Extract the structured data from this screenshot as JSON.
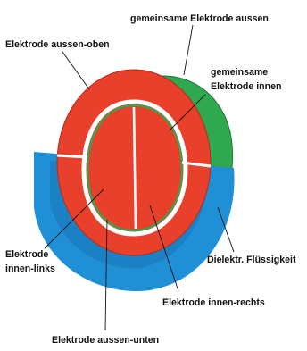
{
  "labels": {
    "outer_common": "gemeinsame Elektrode aussen",
    "outer_top": "Elektrode aussen-oben",
    "inner_common_line1": "gemeinsame",
    "inner_common_line2": "Elektrode innen",
    "dielectric": "Dielektr. Flüssigkeit",
    "inner_left_line1": "Elektrode",
    "inner_left_line2": "innen-links",
    "inner_right": "Elektrode innen-rechts",
    "outer_bottom": "Elektrode aussen-unten"
  },
  "colors": {
    "electrode": "#e8402a",
    "electrode_dark": "#b52a19",
    "common_electrode": "#2fa84f",
    "common_electrode_dark": "#1e7a37",
    "dielectric_fluid": "#1f8fd6",
    "dielectric_fluid_dark": "#1568a3",
    "gap": "#ffffff"
  }
}
